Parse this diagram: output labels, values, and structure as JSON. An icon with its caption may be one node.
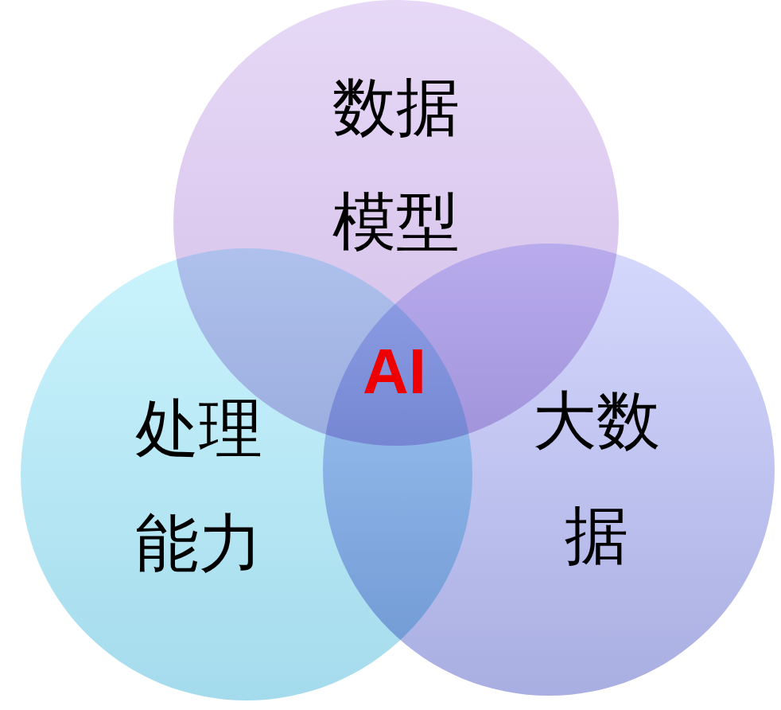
{
  "diagram": {
    "nodes": [
      {
        "text": [
          "数据模型"
        ]
      },
      {
        "text": [
          "处理能力"
        ]
      },
      {
        "text": [
          "大数据"
        ]
      }
    ],
    "labels": [
      "AI"
    ]
  }
}
